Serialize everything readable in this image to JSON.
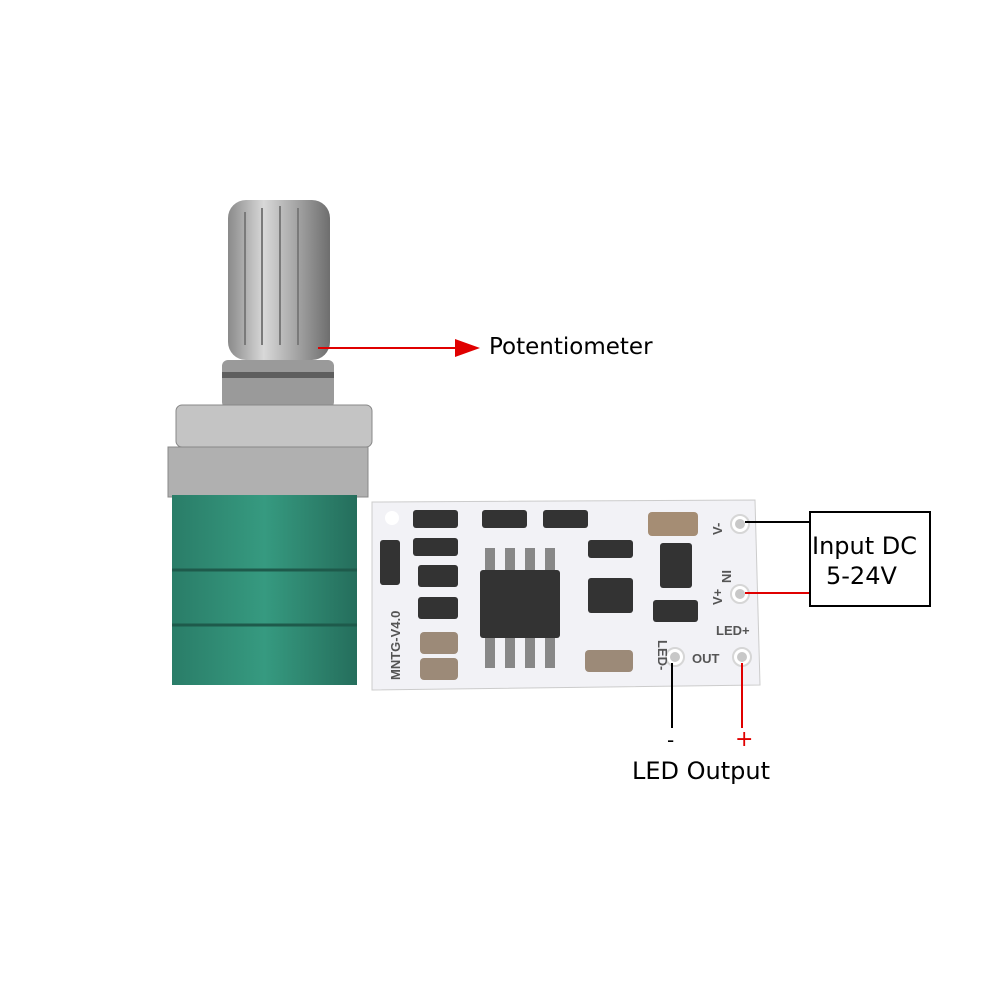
{
  "labels": {
    "potentiometer": "Potentiometer",
    "input_line1": "Input DC",
    "input_line2": "5-24V",
    "led_minus": "-",
    "led_plus": "+",
    "led_output": "LED Output"
  },
  "board_silkscreen": {
    "v_minus": "V-",
    "in": "IN",
    "v_plus": "V+",
    "led_plus": "LED+",
    "out": "OUT",
    "led_minus": "LED-",
    "model": "MNTG-V4.0"
  },
  "colors": {
    "arrow_red": "#e00000",
    "wire_black": "#000000",
    "pot_green": "#2f8a73",
    "pcb_white": "#f2f2f6",
    "metal": "#b8b8b8"
  }
}
